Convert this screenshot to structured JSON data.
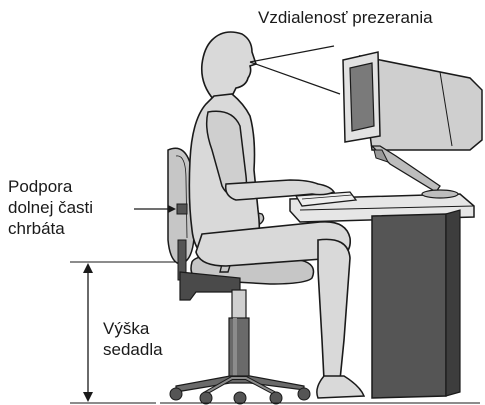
{
  "labels": {
    "viewing_distance": "Vzdialenosť prezerania",
    "lumbar_support": [
      "Podpora",
      "dolnej časti",
      "chrbáta"
    ],
    "seat_height": [
      "Výška",
      "sedadla"
    ]
  },
  "colors": {
    "body_fill": "#d9d9d9",
    "outline": "#1a1a1a",
    "desk_fill": "#e6e6e6",
    "desk_leg": "#555555",
    "monitor_fill": "#cfcfcf",
    "monitor_screen": "#7a7a7a",
    "chair_fill": "#c6c6c6",
    "chair_dark": "#6a6a6a",
    "background": "#ffffff"
  }
}
